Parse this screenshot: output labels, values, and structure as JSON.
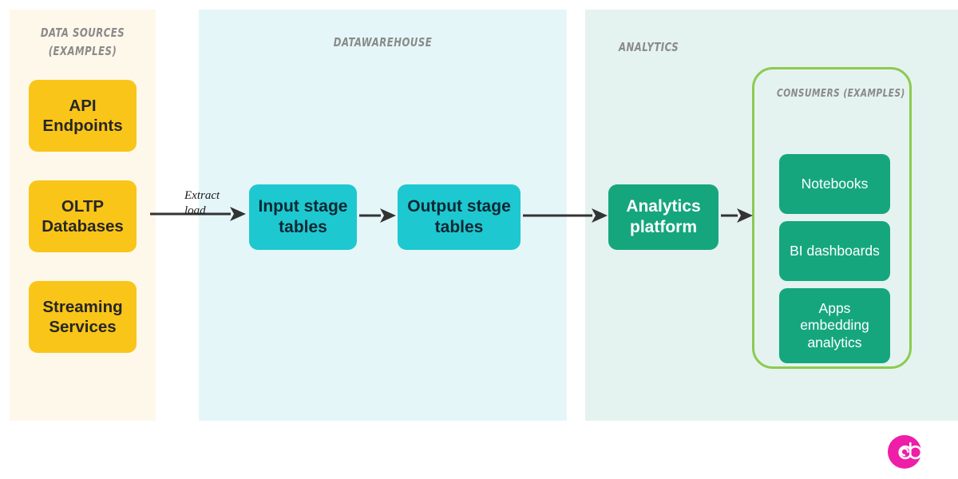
{
  "panels": [
    {
      "id": "data-sources",
      "title": "Data sources\n(examples)",
      "title_line1": "Data sources",
      "title_line2": "(examples)",
      "bg": "#FEF8EB"
    },
    {
      "id": "datawarehouse",
      "title": "Datawarehouse",
      "bg": "#E5F6F8"
    },
    {
      "id": "analytics",
      "title": "Analytics",
      "bg": "#E4F3EF"
    }
  ],
  "sources": {
    "heading_line1": "Data sources",
    "heading_line2": "(examples)",
    "boxes": [
      {
        "label": "API\nEndpoints",
        "line1": "API",
        "line2": "Endpoints"
      },
      {
        "label": "OLTP\nDatabases",
        "line1": "OLTP",
        "line2": "Databases"
      },
      {
        "label": "Streaming\nServices",
        "line1": "Streaming",
        "line2": "Services"
      }
    ],
    "box_color": "#F9C518",
    "box_text_color": "#262626"
  },
  "warehouse": {
    "heading": "Datawarehouse",
    "boxes": [
      {
        "label": "Input stage\ntables",
        "line1": "Input stage",
        "line2": "tables"
      },
      {
        "label": "Output stage\ntables",
        "line1": "Output stage",
        "line2": "tables"
      }
    ],
    "box_color": "#1EC8D0",
    "box_text_color": "#0C2833"
  },
  "analytics": {
    "heading": "Analytics",
    "platform": {
      "label": "Analytics\nplatform",
      "line1": "Analytics",
      "line2": "platform"
    },
    "platform_color": "#16A67E",
    "consumers": {
      "heading": "Consumers (examples)",
      "border_color": "#8BCB4F",
      "box_color": "#16A67E",
      "boxes": [
        {
          "label": "Notebooks",
          "line1": "Notebooks",
          "line2": "",
          "line3": ""
        },
        {
          "label": "BI dashboards",
          "line1": "BI dashboards",
          "line2": "",
          "line3": ""
        },
        {
          "label": "Apps embedding analytics",
          "line1": "Apps",
          "line2": "embedding",
          "line3": "analytics"
        }
      ]
    }
  },
  "edges": [
    {
      "id": "extract-load",
      "label_line1": "Extract",
      "label_line2": "load"
    },
    {
      "id": "input-to-output",
      "label_line1": "",
      "label_line2": ""
    },
    {
      "id": "output-to-platform",
      "label_line1": "",
      "label_line2": ""
    },
    {
      "id": "platform-to-consumers",
      "label_line1": "",
      "label_line2": ""
    }
  ],
  "edge_color": "#333333",
  "logo": {
    "name": "brand-logo",
    "color": "#EE1EA8",
    "glyph": "d"
  }
}
